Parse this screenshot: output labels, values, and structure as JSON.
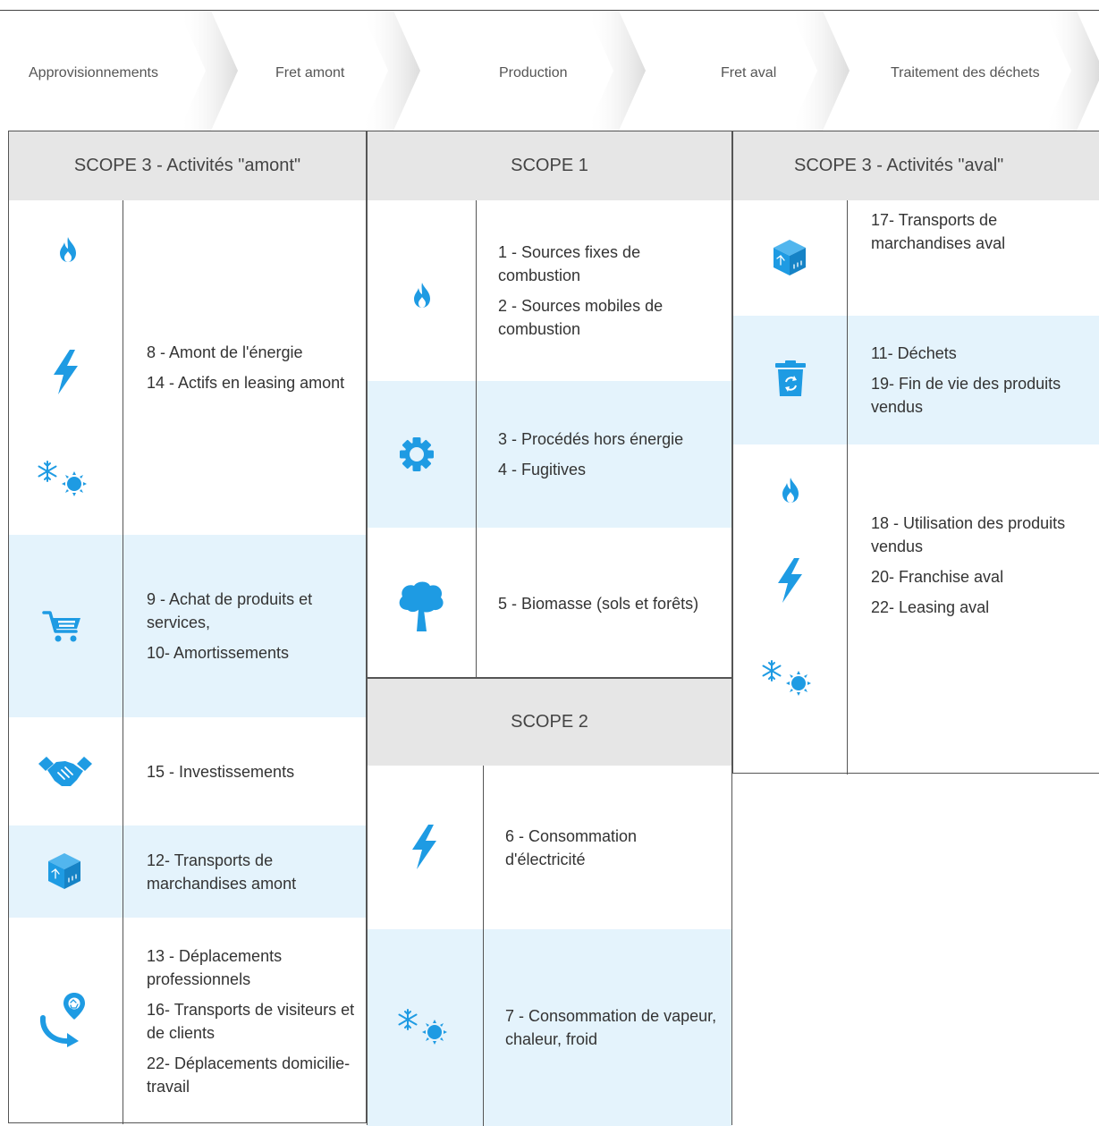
{
  "stages": [
    "Approvisionnements",
    "Fret amont",
    "Production",
    "Fret aval",
    "Traitement des déchets"
  ],
  "columns": {
    "upstream": {
      "title": "SCOPE 3 - Activités \"amont\"",
      "rows": [
        {
          "icons": [
            "flame-icon",
            "lightning-icon",
            "snow-sun-icon"
          ],
          "items": [
            "8 - Amont de l'énergie",
            "14 - Actifs en leasing amont"
          ]
        },
        {
          "icons": [
            "shopping-cart-icon"
          ],
          "items": [
            "9 - Achat de produits et services,",
            "10- Amortissements"
          ]
        },
        {
          "icons": [
            "handshake-icon"
          ],
          "items": [
            "15 - Investissements"
          ]
        },
        {
          "icons": [
            "package-icon"
          ],
          "items": [
            "12- Transports de marchandises amont"
          ]
        },
        {
          "icons": [
            "travel-pin-icon"
          ],
          "items": [
            "13 - Déplacements professionnels",
            "16- Transports de visiteurs et de clients",
            "22- Déplacements domicilie-travail"
          ]
        }
      ]
    },
    "scope1": {
      "title": "SCOPE 1",
      "rows": [
        {
          "icons": [
            "flame-icon"
          ],
          "items": [
            "1 - Sources fixes de combustion",
            "2 - Sources mobiles de combustion"
          ]
        },
        {
          "icons": [
            "gear-icon"
          ],
          "items": [
            "3 - Procédés hors énergie",
            "4 - Fugitives"
          ]
        },
        {
          "icons": [
            "tree-icon"
          ],
          "items": [
            "5 - Biomasse (sols et forêts)"
          ]
        }
      ]
    },
    "scope2": {
      "title": "SCOPE 2",
      "rows": [
        {
          "icons": [
            "lightning-icon"
          ],
          "items": [
            "6 - Consommation d'électricité"
          ]
        },
        {
          "icons": [
            "snow-sun-icon"
          ],
          "items": [
            "7 - Consommation de vapeur, chaleur, froid"
          ]
        }
      ]
    },
    "downstream": {
      "title": "SCOPE 3 - Activités \"aval\"",
      "rows": [
        {
          "icons": [
            "package-icon"
          ],
          "items": [
            "17- Transports de marchandises aval"
          ]
        },
        {
          "icons": [
            "recycle-bin-icon"
          ],
          "items": [
            "11- Déchets",
            "19- Fin de vie des produits vendus"
          ]
        },
        {
          "icons": [
            "flame-icon",
            "lightning-icon",
            "snow-sun-icon"
          ],
          "items": [
            "18 - Utilisation des produits vendus",
            "20- Franchise aval",
            "22- Leasing aval"
          ]
        }
      ]
    }
  },
  "colors": {
    "icon": "#1e9be3",
    "row_highlight": "#e4f3fc",
    "header": "#e6e6e6"
  }
}
